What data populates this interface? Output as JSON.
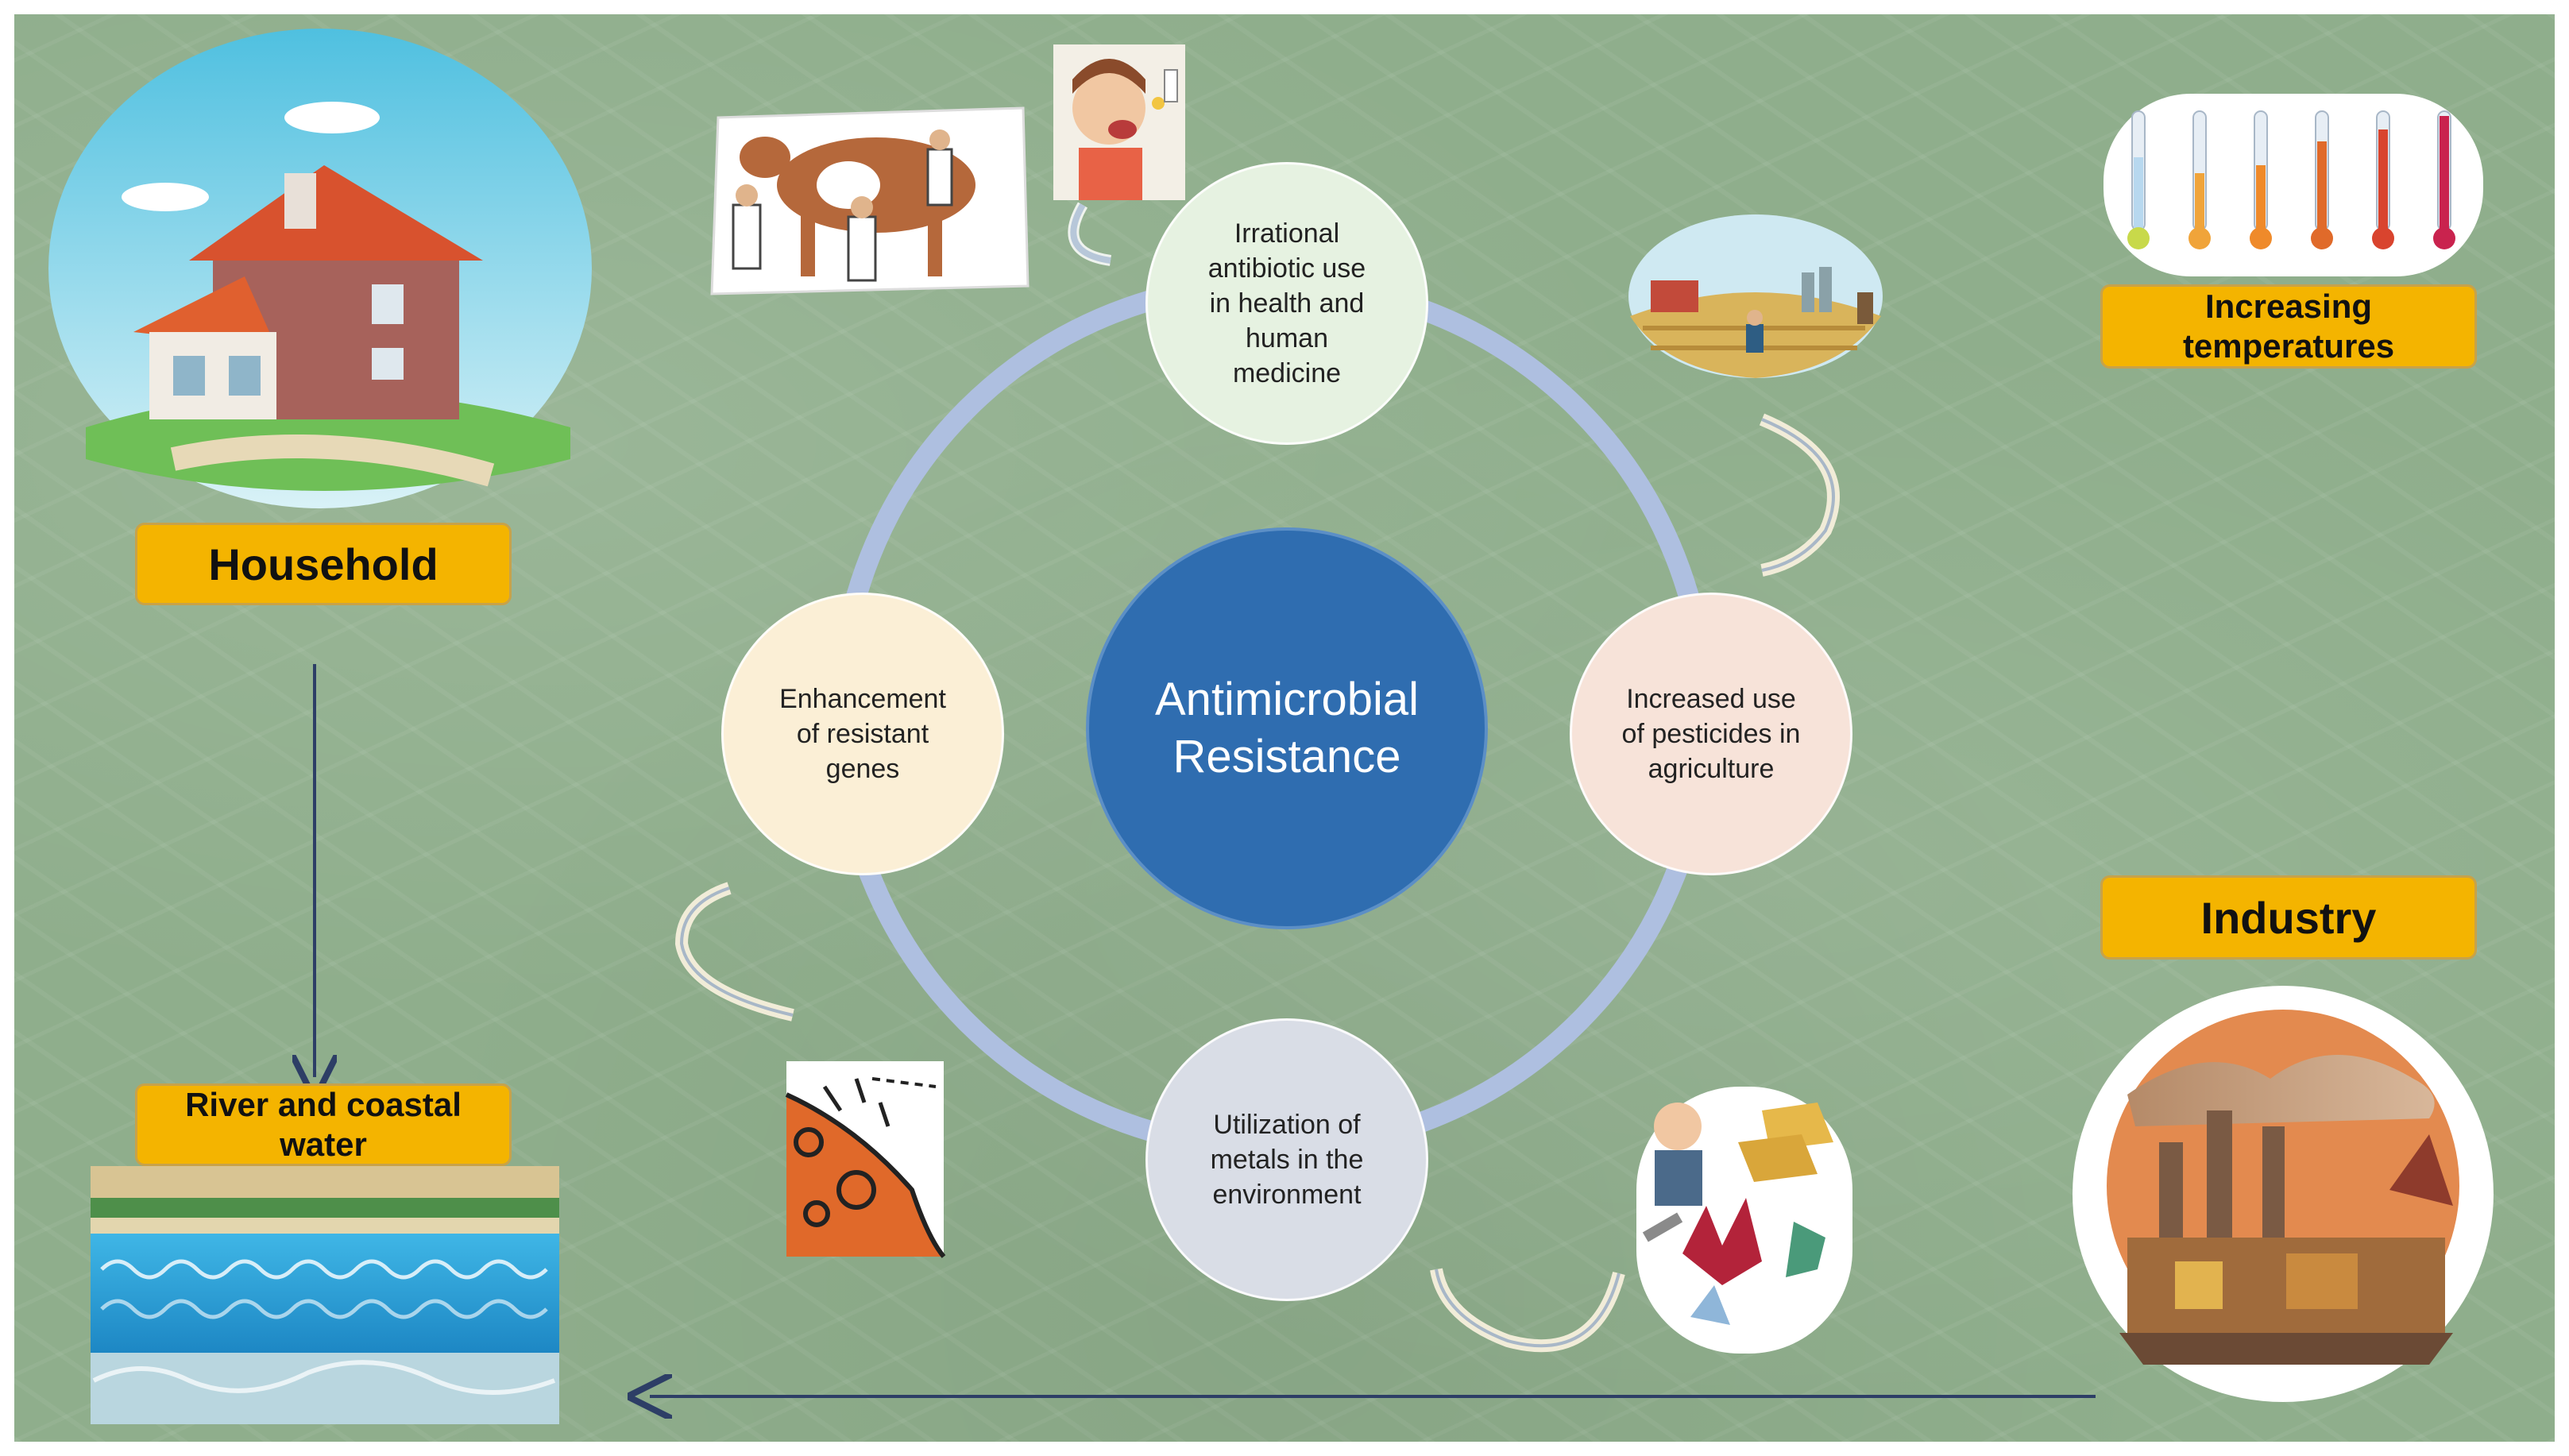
{
  "center": {
    "label": "Antimicrobial\nResistance"
  },
  "cycle": {
    "top": "Irrational\nantibiotic use\nin health and\nhuman\nmedicine",
    "right": "Increased use\nof pesticides in\nagriculture",
    "bottom": "Utilization of\nmetals in the\nenvironment",
    "left": "Enhancement\nof resistant\ngenes"
  },
  "labels": {
    "household": "Household",
    "river": "River and coastal\nwater",
    "temperature": "Increasing\ntemperatures",
    "industry": "Industry"
  },
  "colors": {
    "background": "#8fae8c",
    "center": "#2f6db0",
    "ring": "#aebfe0",
    "label": "#f4b400",
    "node_top": "#e6f2e1",
    "node_right": "#f7e3d9",
    "node_bottom": "#d9dde6",
    "node_left": "#fbefd6",
    "flow_line": "#2d3e66"
  },
  "icons": [
    "house-illustration",
    "cow-veterinary-illustration",
    "medicine-intake-illustration",
    "farm-field-illustration",
    "thermometers-illustration",
    "factory-illustration",
    "metals-minerals-illustration",
    "bacteria-cell-illustration",
    "river-water-illustration",
    "curved-arrow-icon"
  ]
}
